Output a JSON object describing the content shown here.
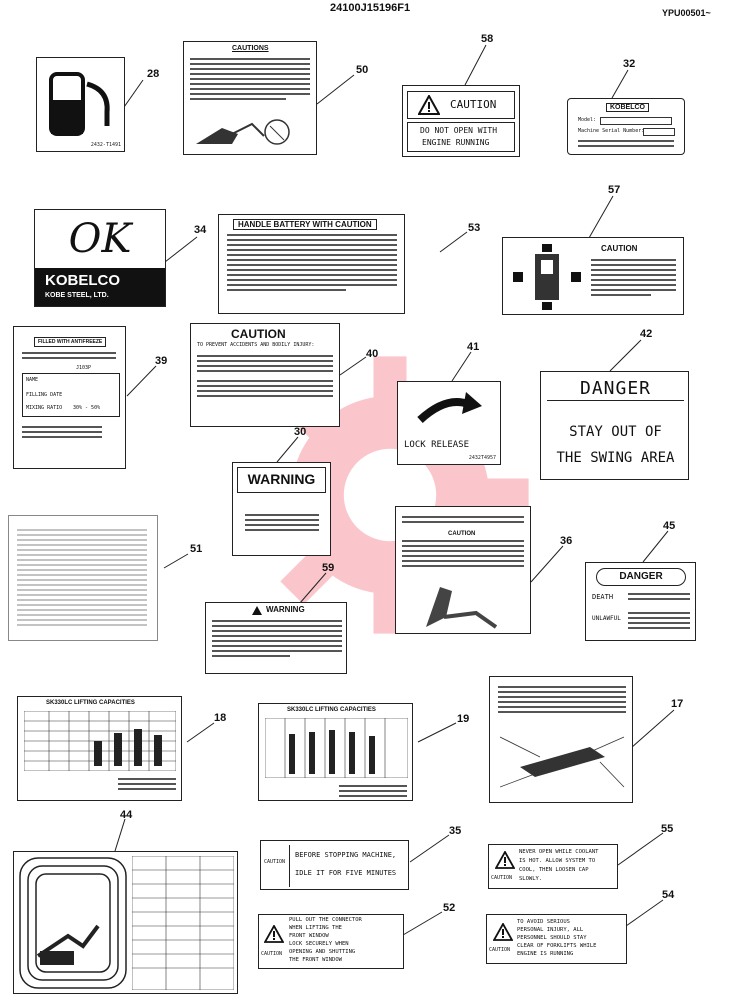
{
  "header": {
    "page_code": "24100J15196F1",
    "serial_range": "YPU00501~"
  },
  "callouts": {
    "n28": "28",
    "n50": "50",
    "n58": "58",
    "n32": "32",
    "n34": "34",
    "n53": "53",
    "n57": "57",
    "n39": "39",
    "n40": "40",
    "n41": "41",
    "n42": "42",
    "n30": "30",
    "n51": "51",
    "n59": "59",
    "n36": "36",
    "n45": "45",
    "n18": "18",
    "n19": "19",
    "n17": "17",
    "n44": "44",
    "n35": "35",
    "n55": "55",
    "n52": "52",
    "n54": "54"
  },
  "decal28": {
    "code": "2432-T1491"
  },
  "decal50": {
    "title": "CAUTIONS"
  },
  "decal58": {
    "caution": "CAUTION",
    "line1": "DO NOT OPEN WITH",
    "line2": "ENGINE RUNNING"
  },
  "decal32": {
    "brand": "KOBELCO",
    "model": "Model:",
    "serial": "Machine Serial Number:"
  },
  "decal34": {
    "ok": "OK",
    "brand": "KOBELCO",
    "maker": "KOBE STEEL, LTD."
  },
  "decal53": {
    "title": "HANDLE BATTERY WITH CAUTION"
  },
  "decal57": {
    "title": "CAUTION"
  },
  "decal39": {
    "title": "FILLED WITH ANTIFREEZE",
    "lbl_name": "NAME",
    "lbl_filling": "FILLING DATE",
    "lbl_mix": "MIXING RATIO",
    "mix_value": "30% - 50%",
    "code_top": "J103P"
  },
  "decal40": {
    "title": "CAUTION",
    "subtitle": "TO PREVENT ACCIDENTS AND BODILY INJURY:"
  },
  "decal41": {
    "label": "LOCK RELEASE",
    "code": "2432T4957"
  },
  "decal42": {
    "title": "DANGER",
    "line1": "STAY OUT OF",
    "line2": "THE SWING AREA"
  },
  "decal30": {
    "title": "WARNING"
  },
  "decal59": {
    "title": "WARNING"
  },
  "decal36": {
    "title": "CAUTION"
  },
  "decal45": {
    "title": "DANGER",
    "death": "DEATH",
    "unlawful": "UNLAWFUL"
  },
  "decal18": {
    "title": "SK330LC   LIFTING CAPACITIES"
  },
  "decal19": {
    "title": "SK330LC   LIFTING CAPACITIES"
  },
  "decal35": {
    "caution": "CAUTION",
    "line1": "BEFORE STOPPING MACHINE,",
    "line2": "IDLE IT FOR FIVE MINUTES"
  },
  "decal55": {
    "caution": "CAUTION",
    "line1": "NEVER OPEN WHILE COOLANT",
    "line2": "IS HOT. ALLOW SYSTEM TO",
    "line3": "COOL, THEN LOOSEN CAP",
    "line4": "SLOWLY."
  },
  "decal52": {
    "caution": "CAUTION",
    "line1": "PULL OUT THE CONNECTOR",
    "line2": "WHEN LIFTING THE",
    "line3": "FRONT WINDOW",
    "line4": "LOCK SECURELY WHEN",
    "line5": "OPENING AND SHUTTING",
    "line6": "THE FRONT WINDOW"
  },
  "decal54": {
    "caution": "CAUTION",
    "line1": "TO AVOID SERIOUS",
    "line2": "PERSONAL INJURY, ALL",
    "line3": "PERSONNEL SHOULD STAY",
    "line4": "CLEAR OF FORKLIFTS WHILE",
    "line5": "ENGINE IS RUNNING"
  }
}
